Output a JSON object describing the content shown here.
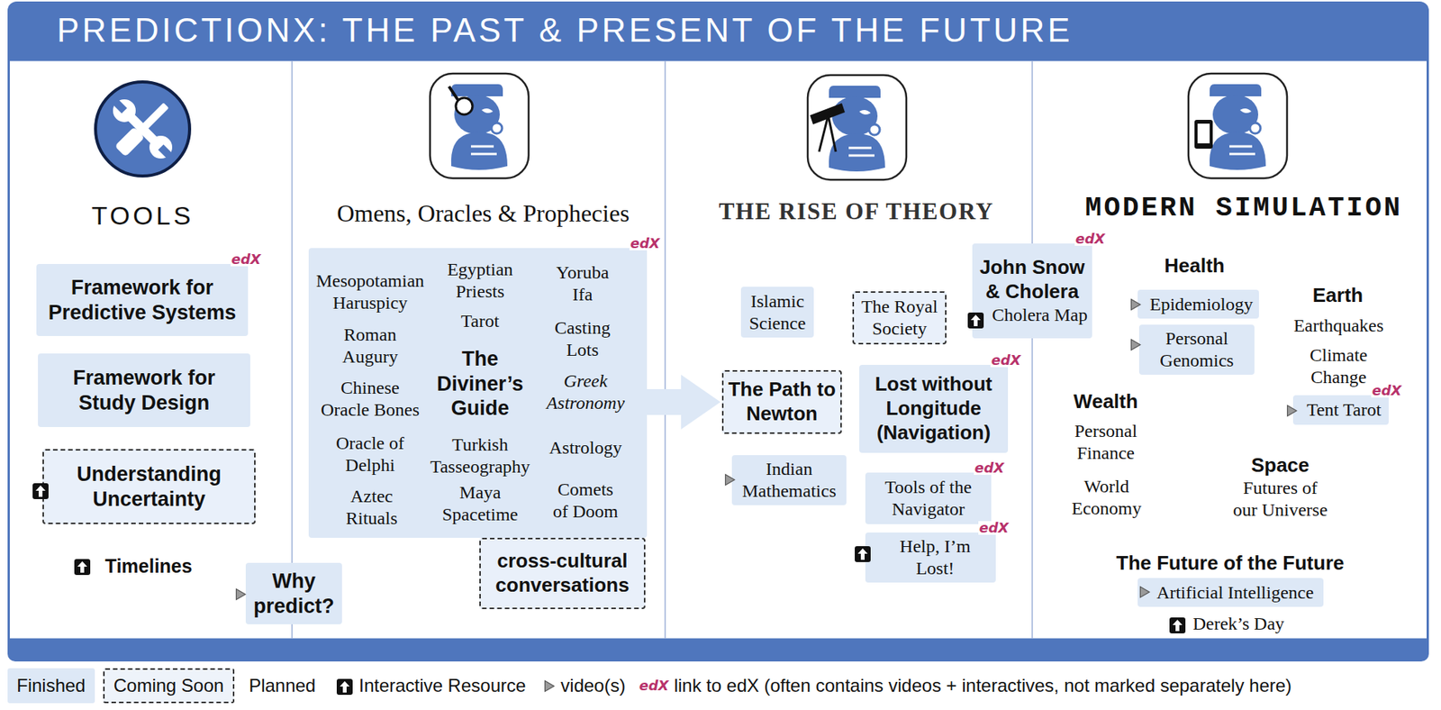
{
  "diagram": {
    "title": "PREDICTIONX: THE PAST & PRESENT OF THE FUTURE",
    "nodes": [
      {
        "text": [
          "TOOLS"
        ]
      },
      {
        "text": [
          "Framework for Predictive Systems",
          "edX"
        ],
        "in": 0
      },
      {
        "text": [
          "Framework for Study Design"
        ],
        "in": 0
      },
      {
        "text": [
          "Understanding Uncertainty"
        ],
        "in": 0
      },
      {
        "text": [
          "Why predict?"
        ]
      },
      {
        "text": [
          "Omens, Oracles & Prophecies"
        ]
      },
      {
        "text": [
          "The Diviner’s Guide",
          "Mesopotamian Haruspicy",
          "Egyptian Priests",
          "Yoruba Ifa",
          "Roman Augury",
          "Tarot",
          "Casting Lots",
          "Chinese Oracle Bones",
          "Greek Astronomy",
          "Oracle of Delphi",
          "Turkish Tasseography",
          "Astrology",
          "Aztec Rituals",
          "Maya Spacetime",
          "Comets of Doom",
          "edX"
        ],
        "in": 5
      },
      {
        "text": [
          "cross-cultural conversations"
        ],
        "in": 5
      },
      {
        "text": [
          "THE RISE OF THEORY"
        ]
      },
      {
        "text": [
          "Islamic Science"
        ],
        "in": 8
      },
      {
        "text": [
          "The Royal Society"
        ],
        "in": 8
      },
      {
        "text": [
          "John Snow & Cholera",
          "Cholera Map",
          "edX"
        ]
      },
      {
        "text": [
          "The Path to Newton"
        ],
        "in": 8
      },
      {
        "text": [
          "Lost without Longitude (Navigation)",
          "edX"
        ],
        "in": 8
      },
      {
        "text": [
          "Indian Mathematics"
        ],
        "in": 8
      },
      {
        "text": [
          "Tools of the Navigator",
          "edX"
        ],
        "in": 8
      },
      {
        "text": [
          "Help, I’m Lost!",
          "edX"
        ],
        "in": 8
      },
      {
        "text": [
          "MODERN SIMULATION"
        ]
      },
      {
        "text": [
          "Epidemiology"
        ],
        "in": 17
      },
      {
        "text": [
          "Personal Genomics"
        ],
        "in": 17
      },
      {
        "text": [
          "Tent Tarot",
          "edX"
        ],
        "in": 17
      },
      {
        "text": [
          "Artificial Intelligence"
        ],
        "in": 17
      }
    ],
    "edges": [
      {
        "from": 6,
        "to": 12,
        "arrow": "to"
      }
    ],
    "labels": [
      "Timelines",
      "Health",
      "Earth",
      "Earthquakes",
      "Climate Change",
      "Wealth",
      "Personal Finance",
      "World Economy",
      "Space",
      "Futures of our Universe",
      "The Future of the Future",
      "Derek’s Day",
      "edX"
    ],
    "legend": [
      {
        "text": "Finished",
        "color": "#dde8f6"
      },
      {
        "text": "Coming Soon"
      },
      {
        "text": "Planned"
      },
      {
        "text": "Interactive Resource"
      },
      {
        "text": "video(s)"
      },
      {
        "text": "link to edX (often contains videos + interactives, not marked separately here)"
      }
    ]
  }
}
